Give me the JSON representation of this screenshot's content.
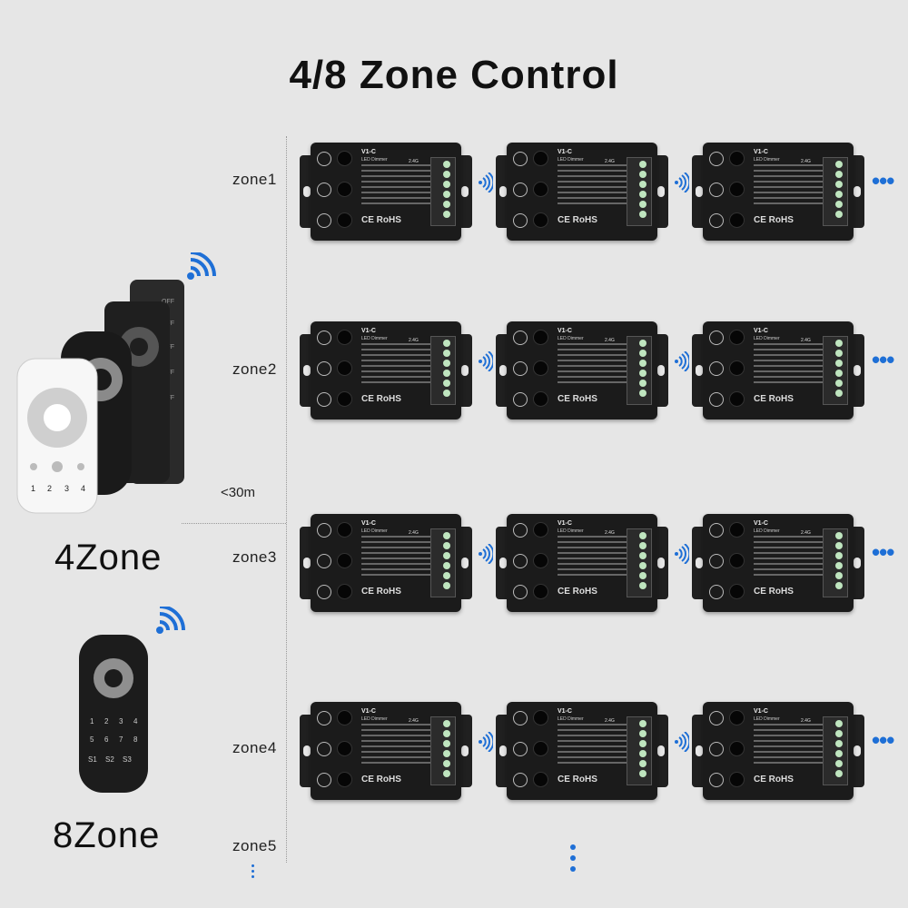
{
  "title": "4/8 Zone Control",
  "zones": [
    "zone1",
    "zone2",
    "zone3",
    "zone4",
    "zone5"
  ],
  "range_label": "<30m",
  "remote_4zone_label": "4Zone",
  "remote_8zone_label": "8Zone",
  "device": {
    "model": "V1-C",
    "name": "LED Dimmer",
    "frequency": "2.4G",
    "certifications": "CE RoHS"
  },
  "remote_4_numbers": [
    "1",
    "2",
    "3",
    "4"
  ],
  "remote_8_keys": [
    "1",
    "2",
    "3",
    "4",
    "5",
    "6",
    "7",
    "8",
    "S1",
    "S2",
    "S3"
  ],
  "off_labels": [
    "OFF",
    "OFF",
    "OFF",
    "OFF",
    "OFF"
  ],
  "colors": {
    "accent": "#1e6fd6",
    "background": "#e6e6e6",
    "device": "#1b1b1b"
  }
}
